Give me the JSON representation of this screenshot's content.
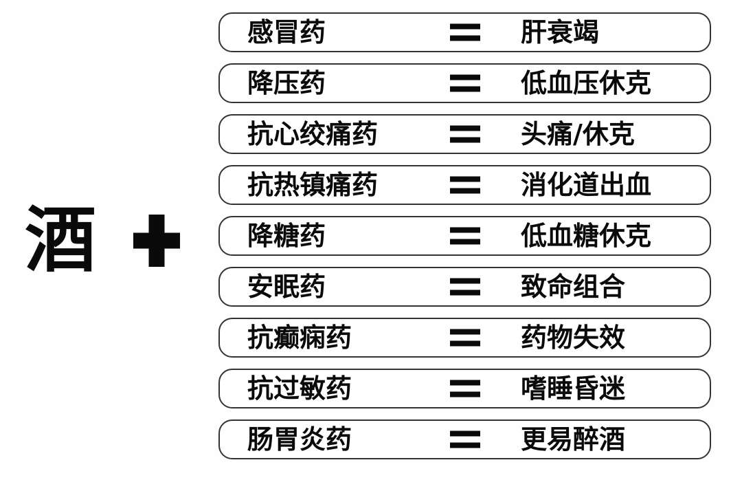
{
  "page": {
    "background_color": "#fefefe",
    "text_color": "#0a0a0a",
    "box_border_color": "#333333",
    "alcohol_char": "酒",
    "plus_symbol": "+",
    "equals_symbol": "="
  },
  "rows": [
    {
      "medicine": "感冒药",
      "result": "肝衰竭"
    },
    {
      "medicine": "降压药",
      "result": "低血压休克"
    },
    {
      "medicine": "抗心绞痛药",
      "result": "头痛/休克"
    },
    {
      "medicine": "抗热镇痛药",
      "result": "消化道出血"
    },
    {
      "medicine": "降糖药",
      "result": "低血糖休克"
    },
    {
      "medicine": "安眠药",
      "result": "致命组合"
    },
    {
      "medicine": "抗癫痫药",
      "result": "药物失效"
    },
    {
      "medicine": "抗过敏药",
      "result": "嗜睡昏迷"
    },
    {
      "medicine": "肠胃炎药",
      "result": "更易醉酒"
    }
  ]
}
